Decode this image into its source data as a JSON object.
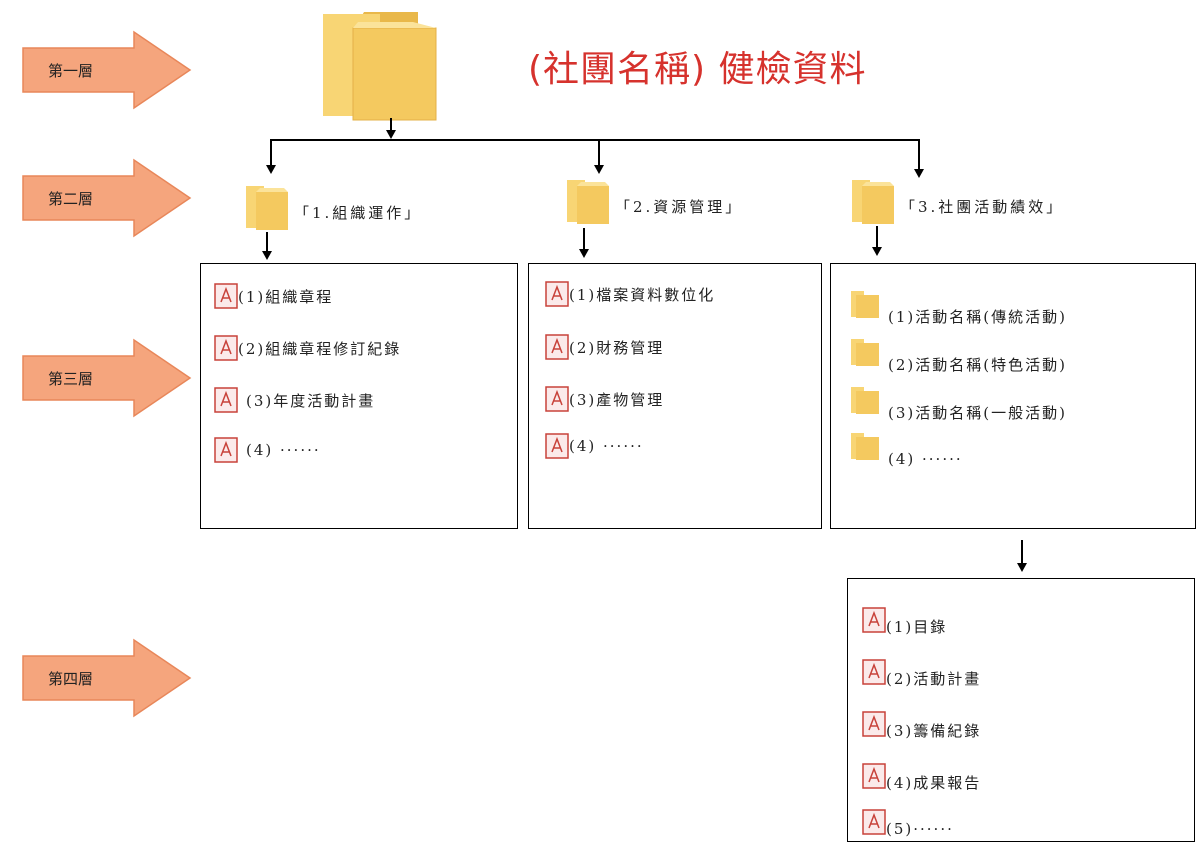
{
  "title": "(社團名稱) 健檢資料",
  "levels": [
    "第一層",
    "第二層",
    "第三層",
    "第四層"
  ],
  "level2_folders": [
    "「1.組織運作」",
    "「2.資源管理」",
    "「3.社團活動績效」"
  ],
  "box1_items": [
    "(1)組織章程",
    "(2)組織章程修訂紀錄",
    "(3)年度活動計畫",
    "(4) ······"
  ],
  "box2_items": [
    "(1)檔案資料數位化",
    "(2)財務管理",
    "(3)產物管理",
    "(4) ······"
  ],
  "box3_items": [
    "(1)活動名稱(傳統活動)",
    "(2)活動名稱(特色活動)",
    "(3)活動名稱(一般活動)",
    "(4) ······"
  ],
  "box4_items": [
    "(1)目錄",
    "(2)活動計畫",
    "(3)籌備紀錄",
    "(4)成果報告",
    "(5)······"
  ],
  "colors": {
    "arrow_fill": "#f5a57d",
    "arrow_stroke": "#e8875a",
    "title": "#d6322d",
    "folder": "#f6cd66",
    "pdf_red": "#c8423a"
  },
  "icons": {
    "folder": "folder-icon",
    "pdf": "pdf-file-icon",
    "arrow": "right-arrow-icon"
  }
}
